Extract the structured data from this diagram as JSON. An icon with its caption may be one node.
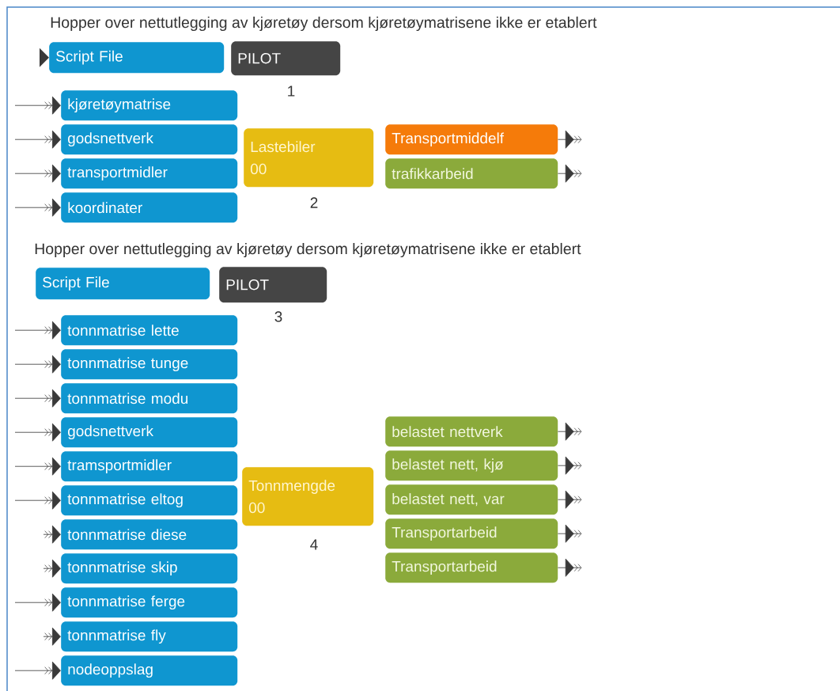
{
  "diagram": {
    "nodes": [
      {
        "text": [
          "Script File"
        ]
      },
      {
        "text": [
          "PILOT"
        ],
        "beside": [
          "1"
        ]
      },
      {
        "text": [
          "kjøretøymatrise"
        ]
      },
      {
        "text": [
          "godsnettverk"
        ]
      },
      {
        "text": [
          "transportmidler"
        ]
      },
      {
        "text": [
          "koordinater"
        ]
      },
      {
        "text": [
          "Lastebiler",
          "00"
        ],
        "beside": [
          "2"
        ]
      },
      {
        "text": [
          "Transportmiddelf"
        ]
      },
      {
        "text": [
          "trafikkarbeid"
        ]
      },
      {
        "text": [
          "Script File"
        ]
      },
      {
        "text": [
          "PILOT"
        ],
        "beside": [
          "3"
        ]
      },
      {
        "text": [
          "tonnmatrise lette"
        ]
      },
      {
        "text": [
          "tonnmatrise tunge"
        ]
      },
      {
        "text": [
          "tonnmatrise modu"
        ]
      },
      {
        "text": [
          "godsnettverk"
        ]
      },
      {
        "text": [
          "tramsportmidler"
        ]
      },
      {
        "text": [
          "tonnmatrise eltog"
        ]
      },
      {
        "text": [
          "tonnmatrise diese"
        ]
      },
      {
        "text": [
          "tonnmatrise skip"
        ]
      },
      {
        "text": [
          "tonnmatrise ferge"
        ]
      },
      {
        "text": [
          "tonnmatrise fly"
        ]
      },
      {
        "text": [
          "nodeoppslag"
        ]
      },
      {
        "text": [
          "Tonnmengde",
          "00"
        ],
        "beside": [
          "4"
        ]
      },
      {
        "text": [
          "belastet nettverk"
        ]
      },
      {
        "text": [
          "belastet nett, kjø"
        ]
      },
      {
        "text": [
          "belastet nett, var"
        ]
      },
      {
        "text": [
          "Transportarbeid"
        ]
      },
      {
        "text": [
          "Transportarbeid"
        ]
      }
    ],
    "edges": [
      {
        "from": null,
        "to": 2,
        "arrow": "to"
      },
      {
        "from": null,
        "to": 3,
        "arrow": "to"
      },
      {
        "from": null,
        "to": 4,
        "arrow": "to"
      },
      {
        "from": null,
        "to": 5,
        "arrow": "to"
      },
      {
        "from": 7,
        "to": null,
        "arrow": "to"
      },
      {
        "from": 8,
        "to": null,
        "arrow": "to"
      },
      {
        "from": null,
        "to": 11,
        "arrow": "to"
      },
      {
        "from": null,
        "to": 12,
        "arrow": "to"
      },
      {
        "from": null,
        "to": 13,
        "arrow": "to"
      },
      {
        "from": null,
        "to": 14,
        "arrow": "to"
      },
      {
        "from": null,
        "to": 15,
        "arrow": "to"
      },
      {
        "from": null,
        "to": 16,
        "arrow": "to"
      },
      {
        "from": null,
        "to": 17,
        "arrow": "to"
      },
      {
        "from": null,
        "to": 18,
        "arrow": "to"
      },
      {
        "from": null,
        "to": 19,
        "arrow": "to"
      },
      {
        "from": null,
        "to": 20,
        "arrow": "to"
      },
      {
        "from": null,
        "to": 21,
        "arrow": "to"
      },
      {
        "from": 23,
        "to": null,
        "arrow": "to"
      },
      {
        "from": 24,
        "to": null,
        "arrow": "to"
      },
      {
        "from": 25,
        "to": null,
        "arrow": "to"
      },
      {
        "from": 26,
        "to": null,
        "arrow": "to"
      },
      {
        "from": 27,
        "to": null,
        "arrow": "to"
      }
    ],
    "labels": [
      "Hopper over nettutlegging av kjøretøy dersom kjøretøymatrisene ikke er etablert",
      "Hopper over nettutlegging av kjøretøy dersom kjøretøymatrisene ikke er etablert"
    ]
  }
}
